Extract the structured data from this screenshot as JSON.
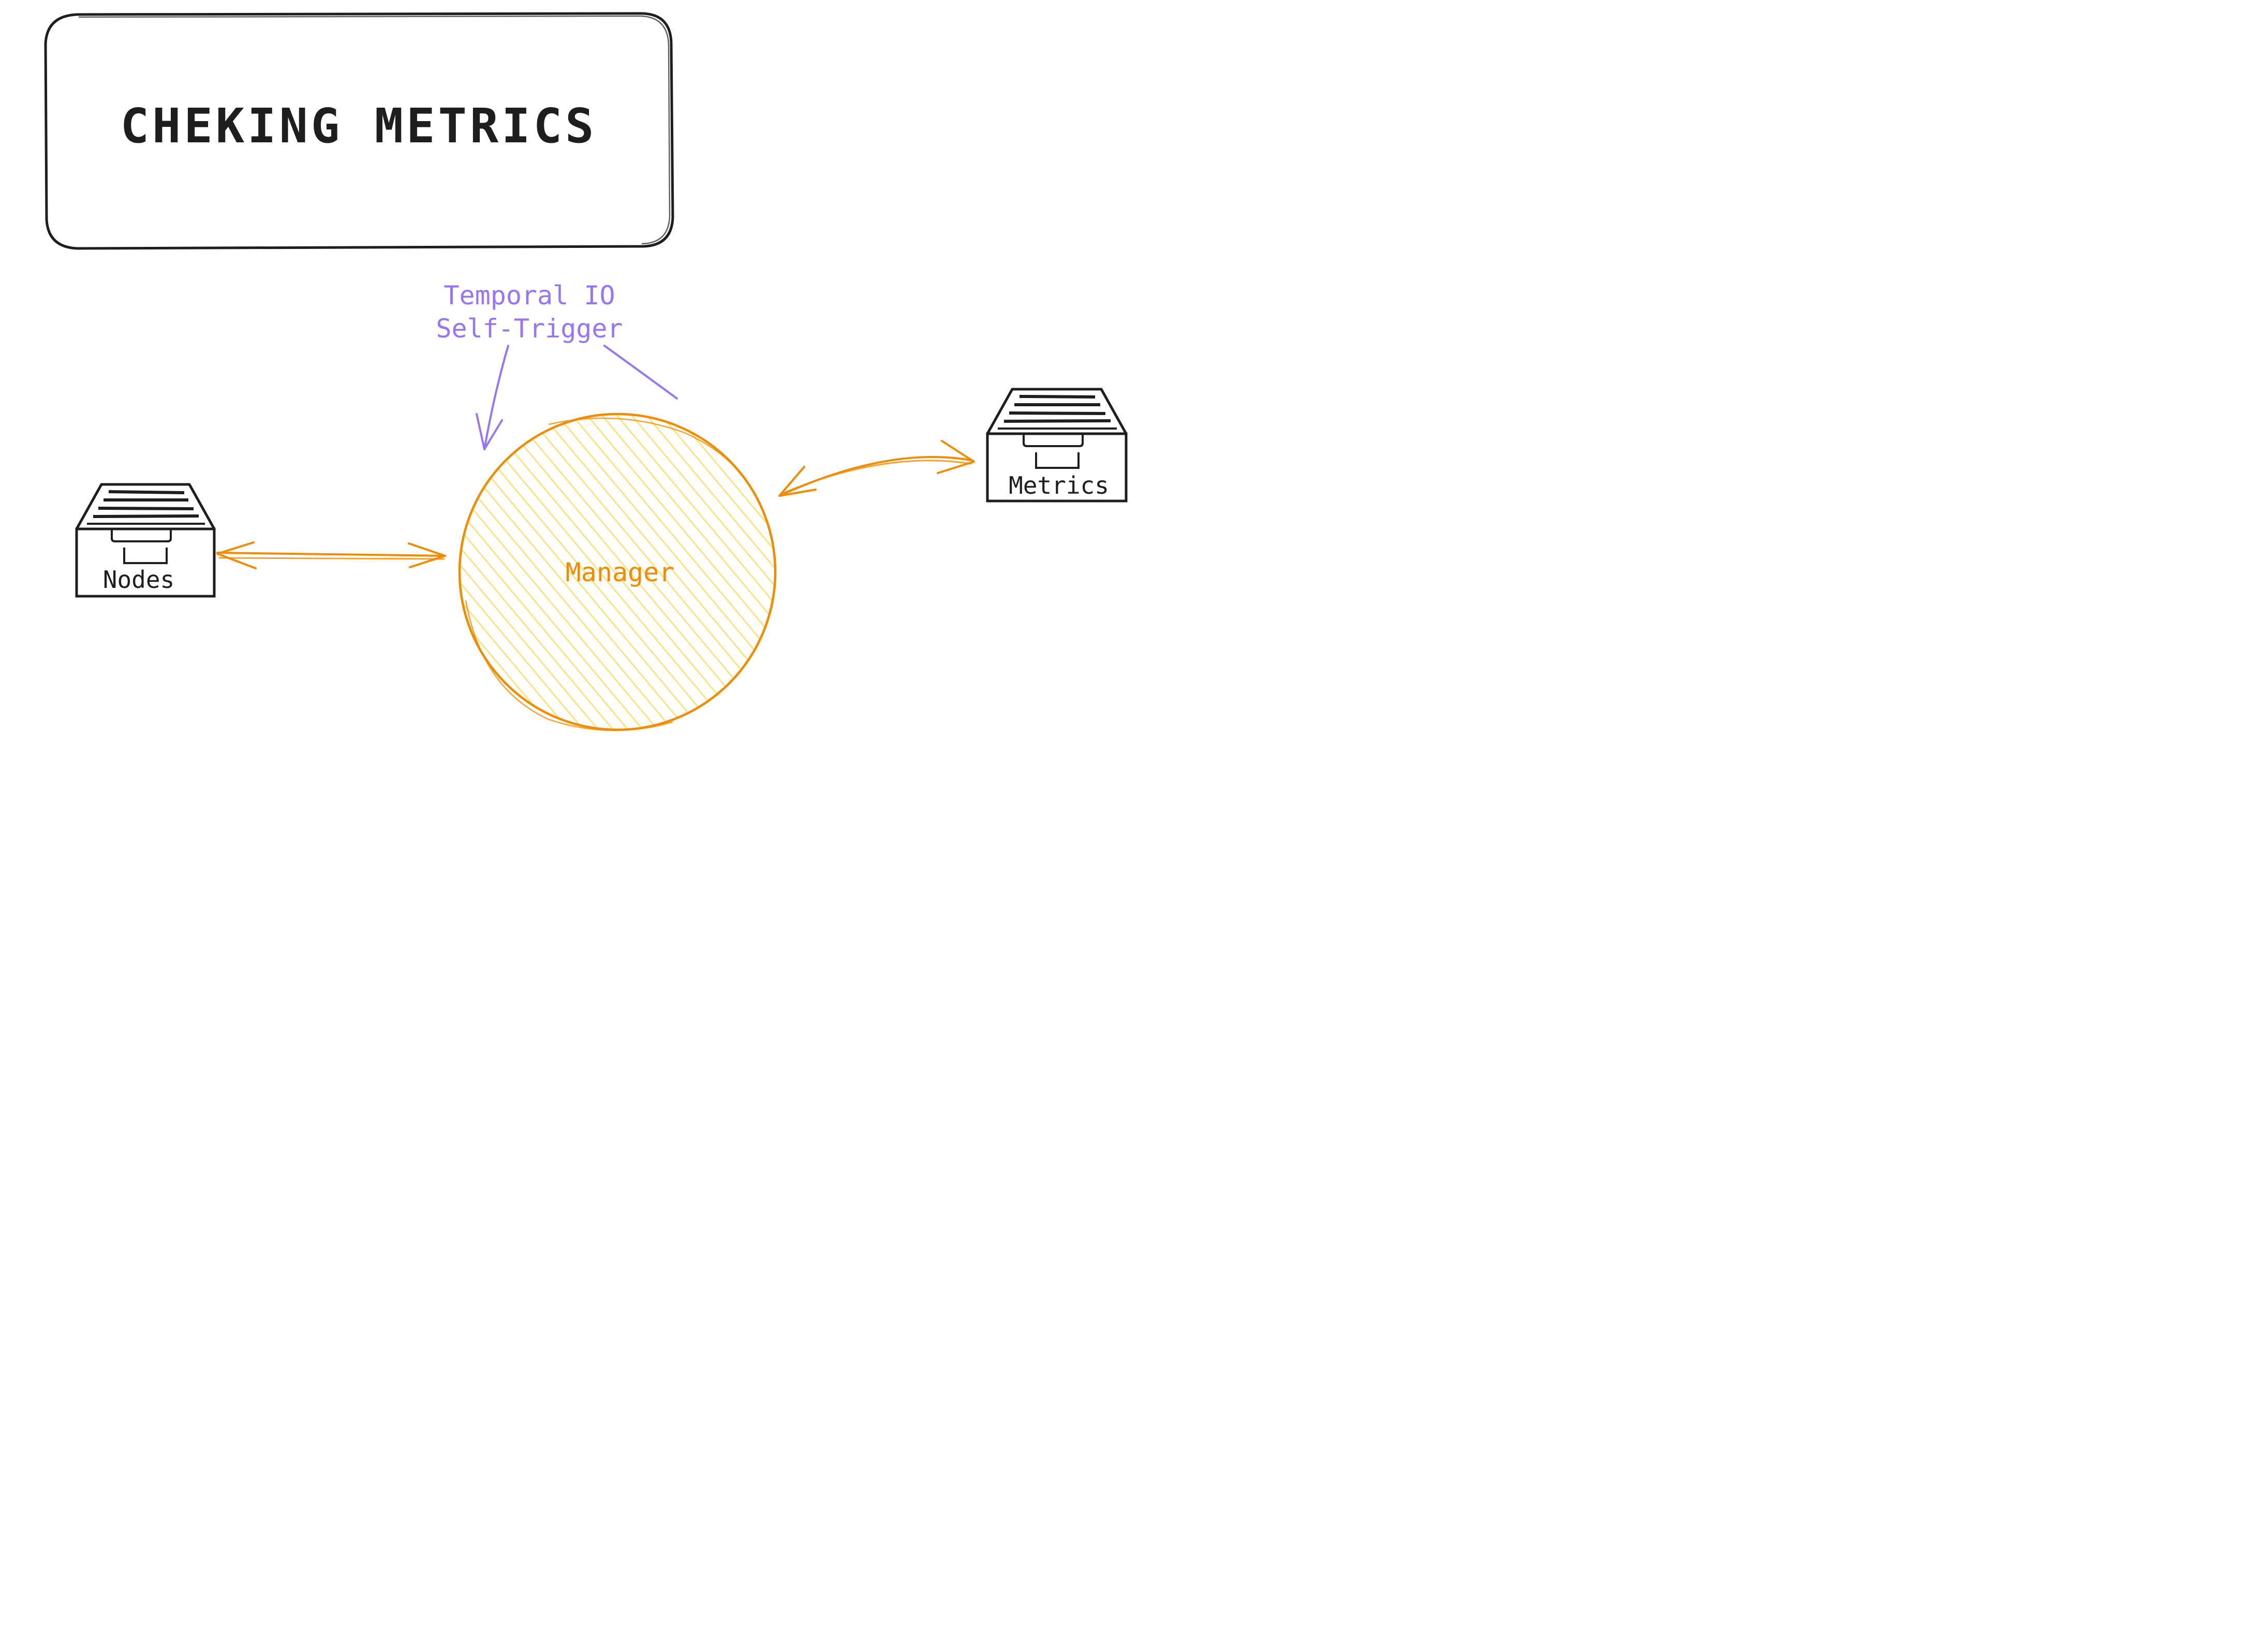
{
  "title": {
    "text": "CHEKING METRICS"
  },
  "trigger_note": {
    "line1": "Temporal IO",
    "line2": "Self-Trigger"
  },
  "nodes": {
    "manager": {
      "label": "Manager"
    },
    "nodes_store": {
      "label": "Nodes"
    },
    "metrics_store": {
      "label": "Metrics"
    }
  },
  "colors": {
    "ink": "#1e1e1e",
    "manager_stroke": "#f08c00",
    "manager_fill": "#ffec99",
    "note": "#9775fa"
  },
  "icons": {
    "nodes_store": "filing-drawer-icon",
    "metrics_store": "filing-drawer-icon"
  }
}
